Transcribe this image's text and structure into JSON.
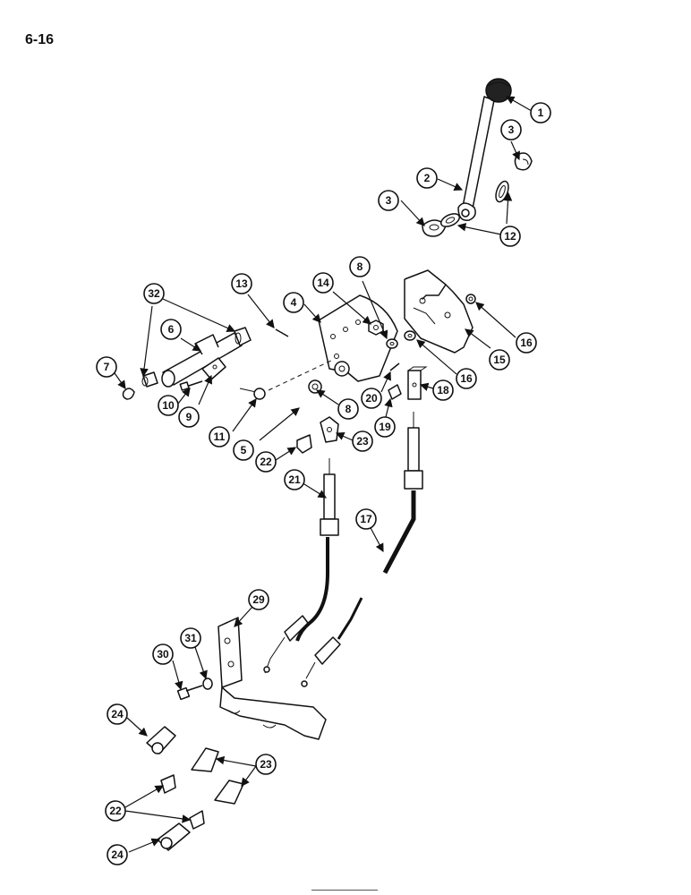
{
  "page": {
    "number": "6-16"
  },
  "callouts": {
    "c1": "1",
    "c2": "2",
    "c3a": "3",
    "c3b": "3",
    "c4": "4",
    "c5": "5",
    "c6": "6",
    "c7": "7",
    "c8a": "8",
    "c8b": "8",
    "c9": "9",
    "c10": "10",
    "c11": "11",
    "c12": "12",
    "c13": "13",
    "c14": "14",
    "c15": "15",
    "c16a": "16",
    "c16b": "16",
    "c17": "17",
    "c18": "18",
    "c19": "19",
    "c20": "20",
    "c21": "21",
    "c22a": "22",
    "c22b": "22",
    "c23a": "23",
    "c23b": "23",
    "c24a": "24",
    "c24b": "24",
    "c29": "29",
    "c30": "30",
    "c31": "31",
    "c32": "32"
  }
}
